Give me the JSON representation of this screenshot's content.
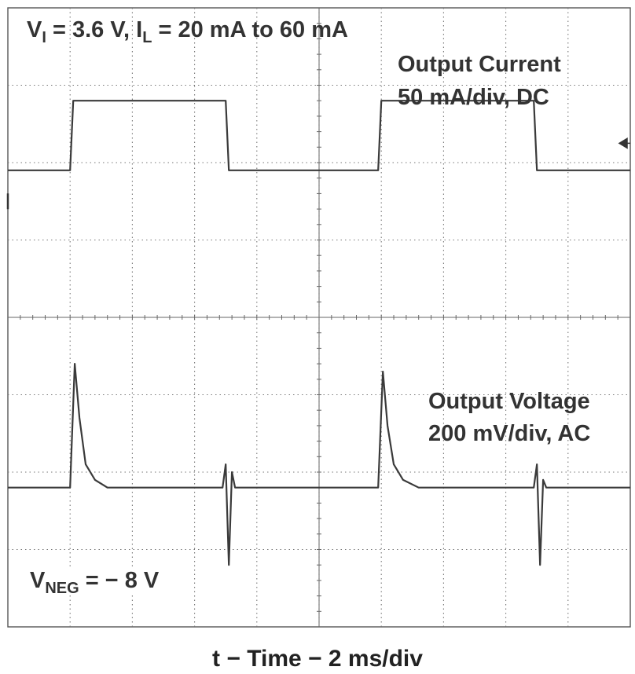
{
  "chart_data": {
    "type": "line",
    "title": "",
    "conditions": {
      "vi_label": "V",
      "vi_sub": "I",
      "vi_value": "= 3.6 V,",
      "il_label": "I",
      "il_sub": "L",
      "il_value": "= 20 mA to 60 mA"
    },
    "vneg": {
      "label": "V",
      "sub": "NEG",
      "value": "= − 8 V"
    },
    "xlabel": "t − Time − 2 ms/div",
    "x_unit": "ms",
    "x_range": [
      0,
      20
    ],
    "y_unit": "div",
    "y_range": [
      -4,
      4
    ],
    "grid": true,
    "series": [
      {
        "name": "Output Current",
        "scale": "50 mA/div, DC",
        "x": [
          0,
          2.0,
          2.1,
          7.0,
          7.1,
          11.9,
          12.0,
          16.9,
          17.0,
          20
        ],
        "y": [
          1.9,
          1.9,
          2.8,
          2.8,
          1.9,
          1.9,
          2.8,
          2.8,
          1.9,
          1.9
        ]
      },
      {
        "name": "Output Voltage",
        "scale": "200 mV/div, AC",
        "x": [
          0,
          2.0,
          2.15,
          2.3,
          2.5,
          2.8,
          3.2,
          6.9,
          7.0,
          7.1,
          7.2,
          7.3,
          11.9,
          12.05,
          12.2,
          12.4,
          12.7,
          13.2,
          16.9,
          17.0,
          17.1,
          17.2,
          17.3,
          20
        ],
        "y": [
          -2.2,
          -2.2,
          -0.6,
          -1.3,
          -1.9,
          -2.1,
          -2.2,
          -2.2,
          -1.9,
          -3.2,
          -2.0,
          -2.2,
          -2.2,
          -0.7,
          -1.4,
          -1.9,
          -2.1,
          -2.2,
          -2.2,
          -1.9,
          -3.2,
          -2.1,
          -2.2,
          -2.2
        ]
      }
    ]
  }
}
